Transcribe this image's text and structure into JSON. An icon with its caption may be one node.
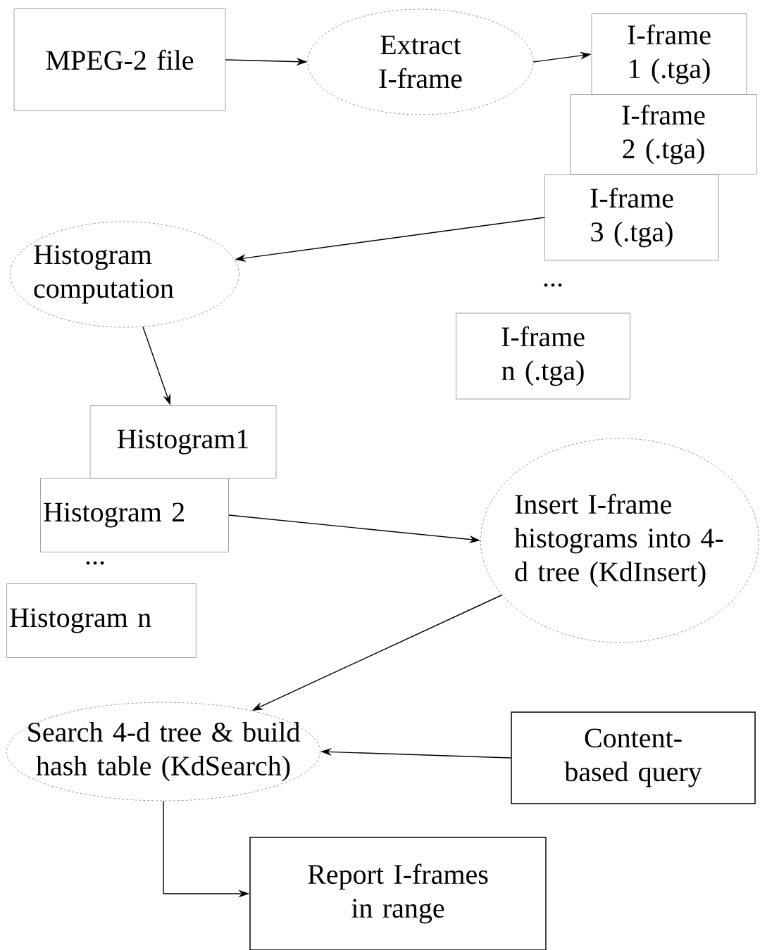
{
  "diagram": {
    "nodes": [
      {
        "text": [
          "MPEG-2 file"
        ]
      },
      {
        "text": [
          "Extract I-frame"
        ]
      },
      {
        "text": [
          "I-frame 1 (.tga)"
        ]
      },
      {
        "text": [
          "I-frame 2 (.tga)"
        ]
      },
      {
        "text": [
          "I-frame 3 (.tga)"
        ]
      },
      {
        "text": [
          "I-frame n (.tga)"
        ]
      },
      {
        "text": [
          "Histogram computation"
        ]
      },
      {
        "text": [
          "Histogram1"
        ]
      },
      {
        "text": [
          "Histogram 2"
        ]
      },
      {
        "text": [
          "Histogram n"
        ]
      },
      {
        "text": [
          "Insert I-frame histograms into 4-d tree (KdInsert)"
        ]
      },
      {
        "text": [
          "Search 4-d tree & build hash table (KdSearch)"
        ]
      },
      {
        "text": [
          "Content-based query"
        ]
      },
      {
        "text": [
          "Report I-frames in range"
        ]
      }
    ],
    "edges": [
      {
        "from": 0,
        "to": 1,
        "arrow": "to"
      },
      {
        "from": 1,
        "to": 2,
        "arrow": "to"
      },
      {
        "from": 4,
        "to": 6,
        "arrow": "to"
      },
      {
        "from": 6,
        "to": 7,
        "arrow": "to"
      },
      {
        "from": 8,
        "to": 10,
        "arrow": "to"
      },
      {
        "from": 10,
        "to": 11,
        "arrow": "to"
      },
      {
        "from": 12,
        "to": 11,
        "arrow": "to"
      },
      {
        "from": 11,
        "to": 13,
        "arrow": "to"
      }
    ],
    "labels": [
      "...",
      "..."
    ]
  }
}
